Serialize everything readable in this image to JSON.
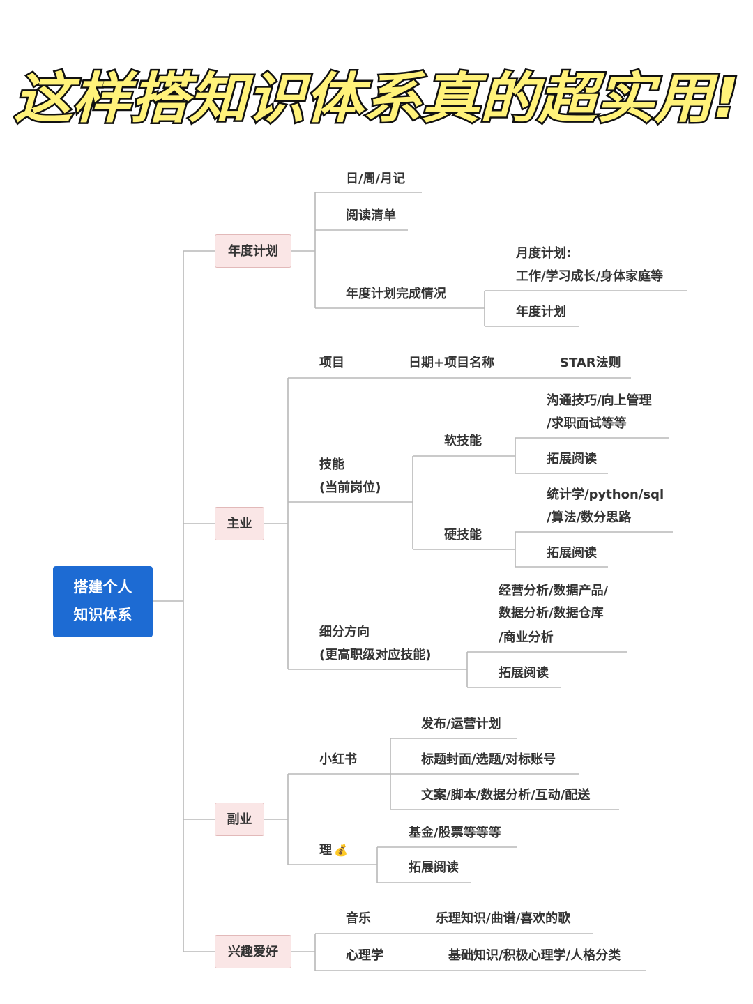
{
  "title": "这样搭知识体系真的超实用!",
  "root": {
    "line1": "搭建个人",
    "line2": "知识体系"
  },
  "branches": {
    "annual": {
      "label": "年度计划",
      "diary": "日/周/月记",
      "reading_list": "阅读清单",
      "completion": "年度计划完成情况",
      "monthly_line1": "月度计划:",
      "monthly_line2": "工作/学习成长/身体家庭等",
      "yearly": "年度计划"
    },
    "main_job": {
      "label": "主业",
      "project": "项目",
      "project_date": "日期+项目名称",
      "star": "STAR法则",
      "skills_line1": "技能",
      "skills_line2": "(当前岗位)",
      "soft": "软技能",
      "soft_line1": "沟通技巧/向上管理",
      "soft_line2": "/求职面试等等",
      "soft_reading": "拓展阅读",
      "hard": "硬技能",
      "hard_line1": "统计学/python/sql",
      "hard_line2": "/算法/数分思路",
      "hard_reading": "拓展阅读",
      "direction_line1": "细分方向",
      "direction_line2": "(更高职级对应技能)",
      "dir_line1": "经营分析/数据产品/",
      "dir_line2": "数据分析/数据仓库",
      "dir_line3": "/商业分析",
      "dir_reading": "拓展阅读"
    },
    "side_job": {
      "label": "副业",
      "xhs": "小红书",
      "xhs_1": "发布/运营计划",
      "xhs_2": "标题封面/选题/对标账号",
      "xhs_3": "文案/脚本/数据分析/互动/配送",
      "finance": "理",
      "finance_icon": "💰",
      "finance_1": "基金/股票等等等",
      "finance_reading": "拓展阅读"
    },
    "hobby": {
      "label": "兴趣爱好",
      "music": "音乐",
      "music_detail": "乐理知识/曲谱/喜欢的歌",
      "psych": "心理学",
      "psych_detail": "基础知识/积极心理学/人格分类"
    }
  },
  "colors": {
    "root_bg": "#1d6bd3",
    "box_bg": "#fae6e6",
    "line": "#b8b8b8",
    "title_fill": "#fff27a",
    "title_stroke": "#111111"
  }
}
